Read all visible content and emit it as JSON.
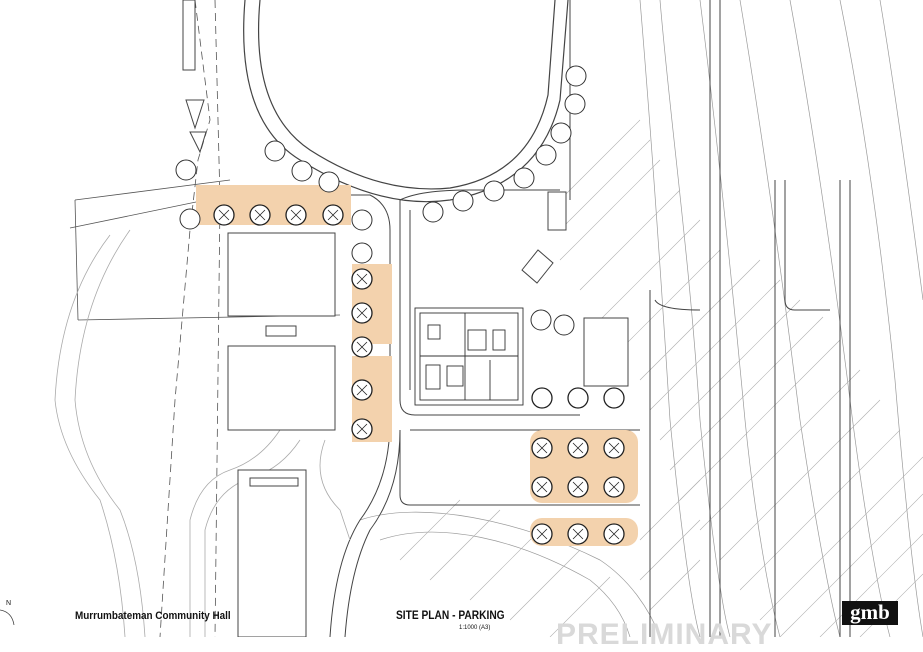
{
  "drawing": {
    "project_name": "Murrumbateman Community Hall",
    "sheet_title": "SITE PLAN - PARKING",
    "scale": "1:1000 (A3)",
    "stamp": "PRELIMINARY",
    "firm_logo": "gmb",
    "north_label": "N"
  },
  "colors": {
    "linework": "#444444",
    "light_linework": "#9a9a9a",
    "parking_fill": "#f3d2ad",
    "tree_fill": "#ffffff",
    "logo_bg": "#111111"
  }
}
